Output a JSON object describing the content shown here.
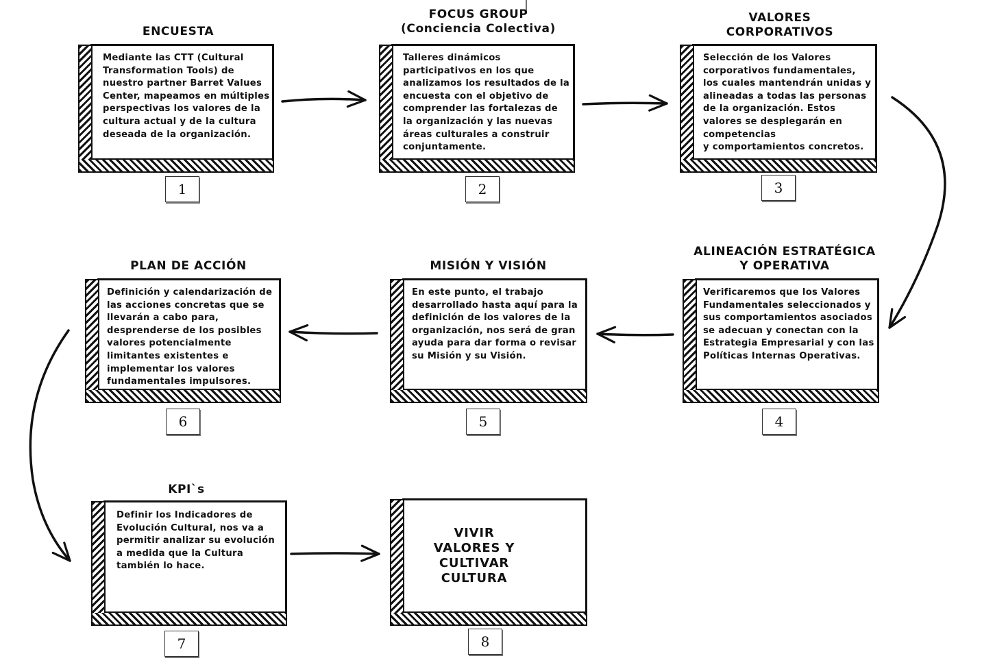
{
  "steps": [
    {
      "number": "1",
      "title": "ENCUESTA",
      "text": "Mediante las CTT (Cultural\nTransformation Tools) de\nnuestro partner Barret Values\nCenter, mapeamos en múltiples\nperspectivas los valores de la\ncultura actual y de la cultura\ndeseada de la organización."
    },
    {
      "number": "2",
      "title": "FOCUS GROUP\n(Conciencia Colectiva)",
      "text": "Talleres dinámicos\nparticipativos en los que\nanalizamos los resultados de la\nencuesta con el objetivo de\ncomprender las fortalezas de\nla organización y las nuevas\náreas culturales a construir\nconjuntamente."
    },
    {
      "number": "3",
      "title": "VALORES\nCORPORATIVOS",
      "text": "Selección de los Valores\ncorporativos fundamentales,\nlos cuales mantendrán unidas y\nalineadas a todas las personas\nde la organización. Estos\nvalores se desplegarán en\ncompetencias\ny comportamientos concretos."
    },
    {
      "number": "4",
      "title": "ALINEACIÓN ESTRATÉGICA\nY OPERATIVA",
      "text": "Verificaremos que los Valores\nFundamentales seleccionados y\nsus comportamientos asociados\nse adecuan y conectan con la\nEstrategia Empresarial y con las\nPolíticas Internas Operativas."
    },
    {
      "number": "5",
      "title": "MISIÓN Y VISIÓN",
      "text": "En este punto, el trabajo\ndesarrollado hasta aquí para la\ndefinición de los valores de la\norganización, nos será de gran\nayuda para dar forma o revisar\nsu Misión y su Visión."
    },
    {
      "number": "6",
      "title": "PLAN DE ACCIÓN",
      "text": "Definición y calendarización de\nlas acciones concretas que se\nllevarán a cabo para,\ndesprenderse de los posibles\nvalores potencialmente\nlimitantes existentes e\nimplementar los valores\nfundamentales impulsores."
    },
    {
      "number": "7",
      "title": "KPI`s",
      "text": "Definir los Indicadores de\nEvolución Cultural, nos va a\npermitir analizar su evolución\na medida que la Cultura\ntambién lo hace."
    },
    {
      "number": "8",
      "title": "",
      "text": "VIVIR\nVALORES Y\nCULTIVAR\nCULTURA"
    }
  ]
}
